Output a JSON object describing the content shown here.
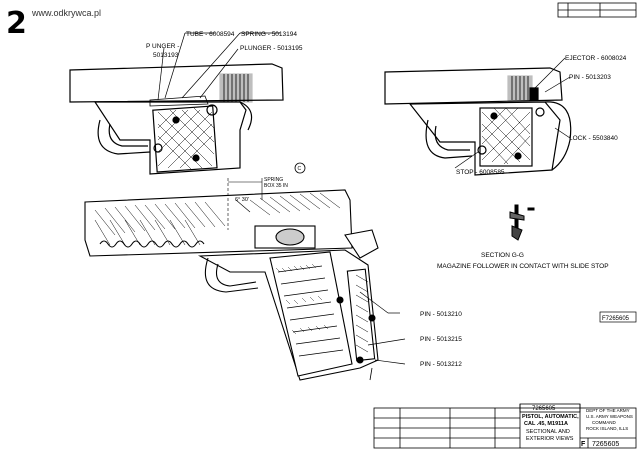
{
  "corner_number": "2",
  "watermark": "www.odkrywca.pl",
  "top_left_callouts": {
    "tube": "TUBE - 6008594",
    "spring": "SPRING - 5013194",
    "plunger_left_1": "P UNGER -",
    "plunger_left_2": "5013193",
    "plunger_right": "PLUNGER - 5013195"
  },
  "top_right_callouts": {
    "ejector": "EJECTOR - 6008024",
    "pin": "PIN - 5013203",
    "lock": "LOCK - 5503840",
    "stop": "STOP - 6008585"
  },
  "section_dim_label_1": "SPRING",
  "section_dim_label_2": "BOX 35 IN",
  "section_dim_angle": "6° 30'",
  "circle_mark": "C",
  "section_caption": "SECTION  G-G",
  "section_note": "MAGAZINE FOLLOWER IN CONTACT WITH SLIDE STOP",
  "side_code": "F7265605",
  "bottom_callouts": {
    "pin1": "PIN - 5013210",
    "pin2": "PIN - 5013215",
    "pin3": "PIN - 5013212"
  },
  "title_block": {
    "drawing_no_top": "7265605",
    "title_1": "PISTOL, AUTOMATIC,",
    "title_2": "CAL .45, M1911A",
    "title_3": "SECTIONAL AND",
    "title_4": "EXTERIOR VIEWS",
    "agency_1": "DEPT OF THE ARMY",
    "agency_2": "U.S. ARMY WEAPONS",
    "agency_3": "COMMAND",
    "agency_4": "ROCK ISLAND, ILLS",
    "letter": "F",
    "drawing_no": "7265605"
  }
}
